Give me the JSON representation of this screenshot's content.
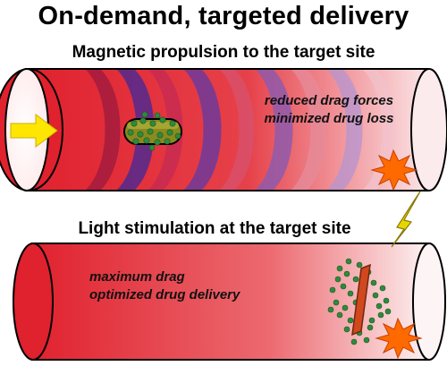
{
  "title": "On-demand, targeted delivery",
  "section1": {
    "heading": "Magnetic propulsion to the target site",
    "note_line1": "reduced drag forces",
    "note_line2": "minimized drug loss"
  },
  "section2": {
    "heading": "Light stimulation at the target site",
    "note_line1": "maximum drag",
    "note_line2": "optimized drug delivery"
  },
  "colors": {
    "vessel_red": "#e0212e",
    "field_band_purple": "#7a3aa8",
    "arrow_yellow": "#ffe600",
    "burst_orange": "#ff6a00",
    "drug_green": "#2f8a3c",
    "motor_olive": "#8a8a1e"
  },
  "icons": [
    "arrow-icon",
    "burst-icon",
    "lightning-icon",
    "nanomotor-icon"
  ]
}
